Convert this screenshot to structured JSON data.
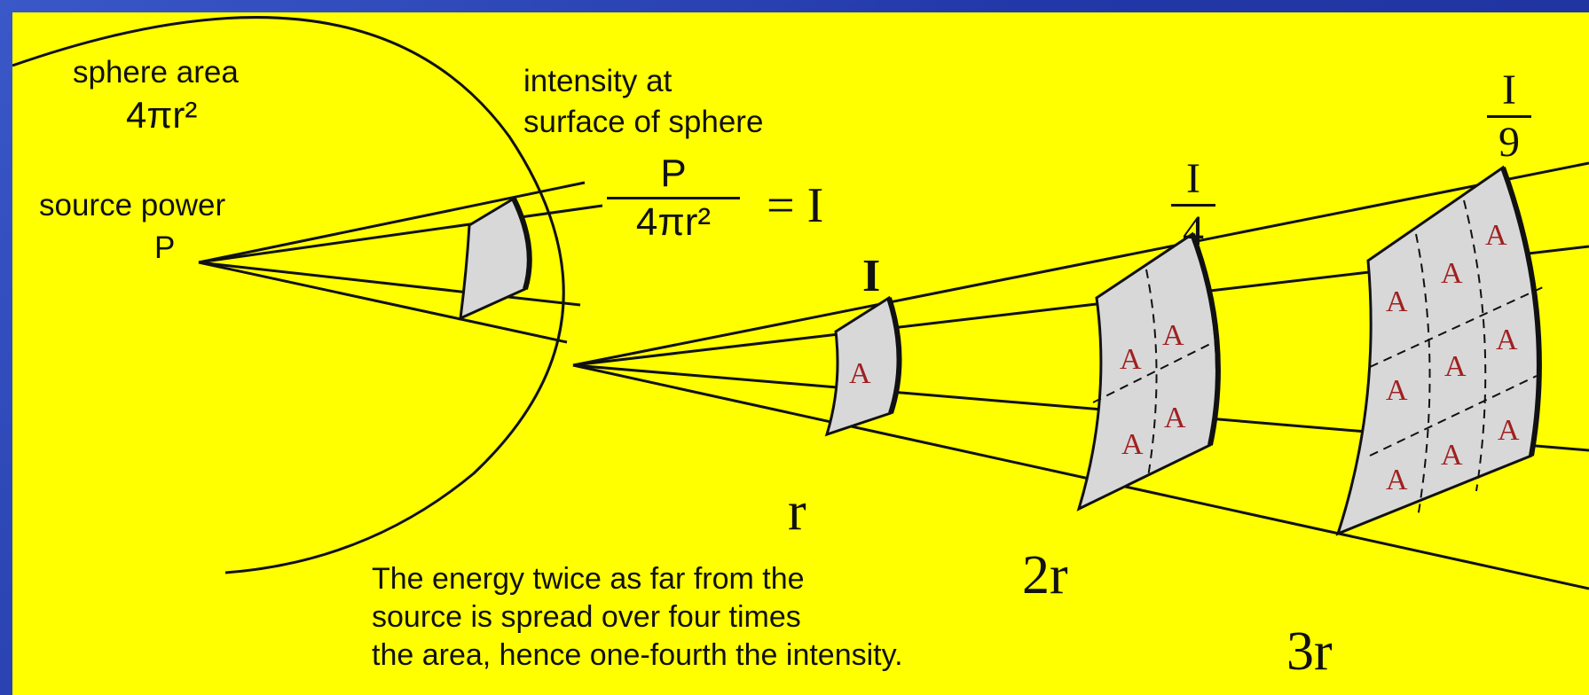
{
  "sphere": {
    "area_label": "sphere area",
    "area_formula": "4πr²",
    "source_label": "source power",
    "source_symbol": "P"
  },
  "intensity": {
    "heading_line1": "intensity at",
    "heading_line2": "surface of sphere",
    "numerator": "P",
    "denominator": "4πr²",
    "result": "= I"
  },
  "levels": [
    {
      "label": "I",
      "distance": "r"
    },
    {
      "numerator": "I",
      "denominator": "4",
      "distance": "2r"
    },
    {
      "numerator": "I",
      "denominator": "9",
      "distance": "3r"
    }
  ],
  "patch_letter": "A",
  "caption": {
    "line1": "The energy twice as far from the",
    "line2": "source is spread over four times",
    "line3": "the area, hence one-fourth the intensity."
  },
  "colors": {
    "background": "#ffff00",
    "frame": "#2338a8",
    "patch": "#d8d8d8",
    "letter": "#a02020"
  }
}
